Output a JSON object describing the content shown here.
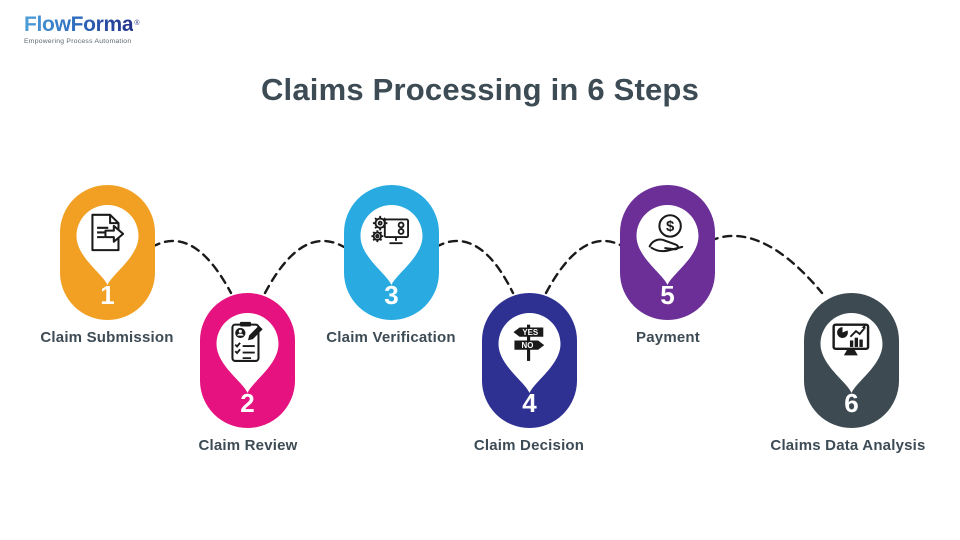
{
  "brand": {
    "name_part1": "Flow",
    "name_part2": "Forma",
    "trademark": "®",
    "tagline": "Empowering Process Automation",
    "color_light": "#4E9FD8",
    "color_dark": "#24318C",
    "tagline_color": "#5B6670"
  },
  "title": {
    "text": "Claims Processing in 6 Steps",
    "color": "#3D4B55"
  },
  "connector": {
    "style": "dashed",
    "color": "#1a1a1a"
  },
  "steps": [
    {
      "number": "1",
      "label": "Claim Submission",
      "color": "#F2A024",
      "icon": "document-submit-icon"
    },
    {
      "number": "2",
      "label": "Claim Review",
      "color": "#E5127F",
      "icon": "clipboard-review-icon"
    },
    {
      "number": "3",
      "label": "Claim Verification",
      "color": "#29ABE2",
      "icon": "monitor-gears-icon"
    },
    {
      "number": "4",
      "label": "Claim Decision",
      "color": "#2E3192",
      "icon": "yes-no-signpost-icon",
      "yes_label": "YES",
      "no_label": "NO"
    },
    {
      "number": "5",
      "label": "Payment",
      "color": "#6B2F97",
      "icon": "hand-dollar-icon",
      "dollar_symbol": "$"
    },
    {
      "number": "6",
      "label": "Claims Data Analysis",
      "color": "#3E4A52",
      "icon": "monitor-charts-icon"
    }
  ]
}
